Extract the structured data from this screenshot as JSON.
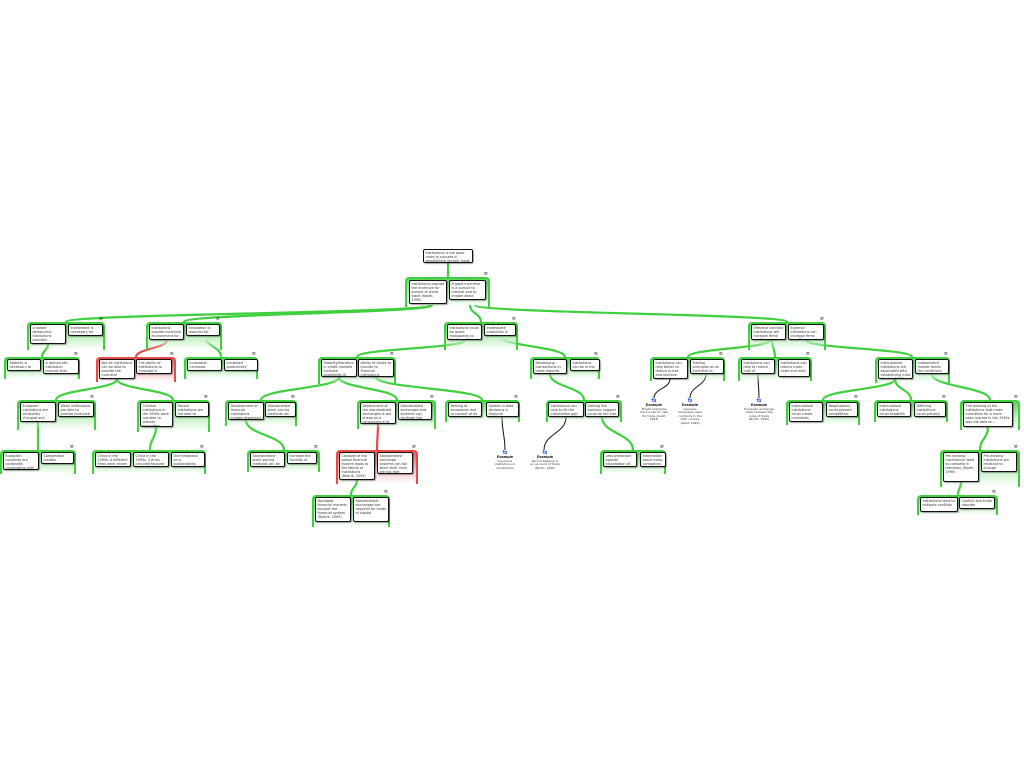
{
  "nodes": [
    "Institutions is the good route to success in establishing ancient trade",
    "Institutions provide the incentive for pursuit of world trade (North, 1990)",
    "A good incentive is a pursuit to interest and to enable world trade.",
    "A stable democratic institutions provides incentives for investment (Olsen, 1993)",
    "Investment is necessary for world trade",
    "Institutions provide incentive environment for innovation",
    "Innovation is required for world trade",
    "Institutions could be quasi-monopolies to the Open Market",
    "Inadequate protection is made to improve the market",
    "Effective contract institutions will increase firms' confidence in world trade",
    "External institutions can increase firms' benefit in world trade",
    "Stability is necessary to provide incentive for investment",
    "A democratic institution ensures that investments are reciprocated",
    "Not all institutions can be able to provide the incentive structure for innovation",
    "The ability of institutions to innovate is limited by their structure",
    "Innovation increases productivity",
    "Increased productivity creates world trade",
    "Stability/transfers in credit markets increase availability of capital (North 2005)",
    "Ability of banks to provide to financial institutions",
    "Developing transactions in trade requires less dated information (Mo, 2001)",
    "Institutions can be in the government",
    "Institutions can help better to reduce prices and improve confidence in trade",
    "Trading principles as an incentive to create a financial incentive to trade",
    "Institutions can help to reduce cost of transaction",
    "Institutions can reduce trade costs and risks",
    "International institutions are associated with establishing rules (Kugler, 2005)",
    "Independent market forces the conditions for trade",
    "European institutions are constantly changed and especially since 1990s (Lundan, 2005)",
    "Weak institutions are able to provide incentive to innovation",
    "Chinese institutions in the 1990s were not able to provide innovation (Lundan, 2005)",
    "Recent institutions are not able to provide incentive to innovation",
    "Development of financial institutions creates dispersed trade among all actors",
    "Standardised stock pricing methods can be traded with firms of market (North 2005)",
    "Deployment of the standardised exchanges is too cheap as a consequence of interest (Rosby, 2006)",
    "Standardised exchanges and systems can facilitate the financial sector",
    "Melting of companies due to context of its society (Mo 2001)",
    "Spread in data decisions in financial institutions",
    "Institutions can help to fill the information gap",
    "Getting the previous support could be fed into individual trade",
    "International institutions could create incentives supported in free trade (Kugler, 2006)",
    "Negotiations could prevent competitive protectionism",
    "International institutions could establish credible standards for all (Kugler, 2006)",
    "Differing institutions could prevent to ensure free protection",
    "The working of the institutions that make incentives for a more open market in the 1930s was not able to...",
    "European countries are constantly cooperating with each other",
    "Competition creates incentives to innovate",
    "China in the 1990s, 4 different firms were driven from significant government institutions",
    "China in the 1990s, 3 firms included focused on only using social stability",
    "One emphasis on a sustainability development incentive to innovate",
    "Standardised stock pricing methods can be used",
    "Increase the liquidity of capital",
    "Collapse of the global financial system leads to the failure of institutions (Rodrik, 2009)",
    "Standardised exchange systems can fail when their rules are not met",
    "Less protection against exploitation of information",
    "Information about many companies in different areas",
    "Pre-existing institutions need to compete in transition (North, 1990)",
    "Pre-existing institutions are resistant to change",
    "Managed financial markets support the financial system (Rodrik, 2009)",
    "Standardised exchanges are required for funds of capital",
    "Institutions tend to mitigate conflicts",
    "Conflict and trade disorder"
  ],
  "examples": {
    "label": "Example",
    "items": [
      "Bright examples have a set of rules for trade (Greif, 1993)",
      "Genoese merchants used contracts in the 12th century (Greif, 1994)",
      "European exchange rates followed the rules of trade (North, 1990)",
      "Insurance institutions in Amsterdam",
      "Record keeping in an account of trade (North, 1990)"
    ]
  },
  "colors": {
    "support": "#3fcf3f",
    "objection": "#e84a4a",
    "example_icon": "#2255cc"
  }
}
